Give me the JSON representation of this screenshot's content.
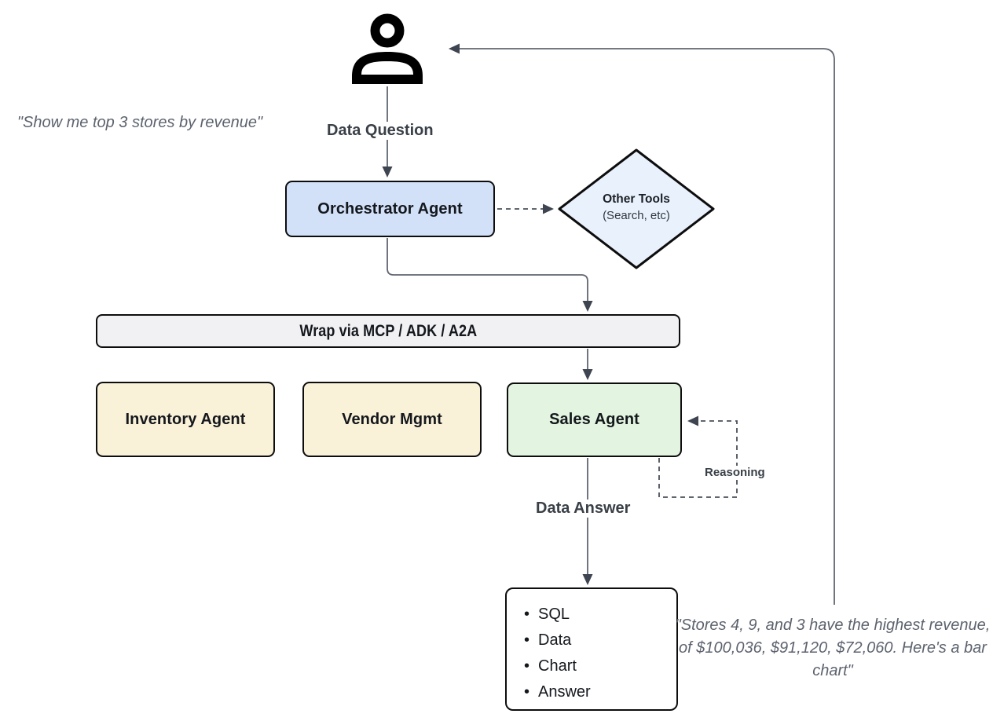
{
  "quotes": {
    "left": "\"Show me top 3 stores by revenue\"",
    "right": "\"Stores 4, 9, and 3 have the highest revenue, of $100,036, $91,120, $72,060. Here's a bar chart\""
  },
  "labels": {
    "data_question": "Data Question",
    "data_answer": "Data Answer",
    "reasoning": "Reasoning"
  },
  "nodes": {
    "orchestrator": {
      "label": "Orchestrator Agent",
      "fill": "#d2e0f8"
    },
    "other_tools": {
      "title": "Other Tools",
      "subtitle": "(Search, etc)",
      "fill": "#e9f1fc"
    },
    "wrap": {
      "label": "Wrap via MCP / ADK / A2A",
      "fill": "#f1f1f3"
    },
    "inventory": {
      "label": "Inventory Agent",
      "fill": "#faf1d9"
    },
    "vendor": {
      "label": "Vendor Mgmt",
      "fill": "#faf1d9"
    },
    "sales": {
      "label": "Sales Agent",
      "fill": "#e3f4e0"
    },
    "output": {
      "items": [
        "SQL",
        "Data",
        "Chart",
        "Answer"
      ]
    }
  },
  "colors": {
    "node_border": "#0d0d0d",
    "line": "#60666f",
    "arrowhead": "#3f4550",
    "dashed_line": "#4a505a",
    "label_text": "#3a4047",
    "quote_text": "#5d636e"
  }
}
